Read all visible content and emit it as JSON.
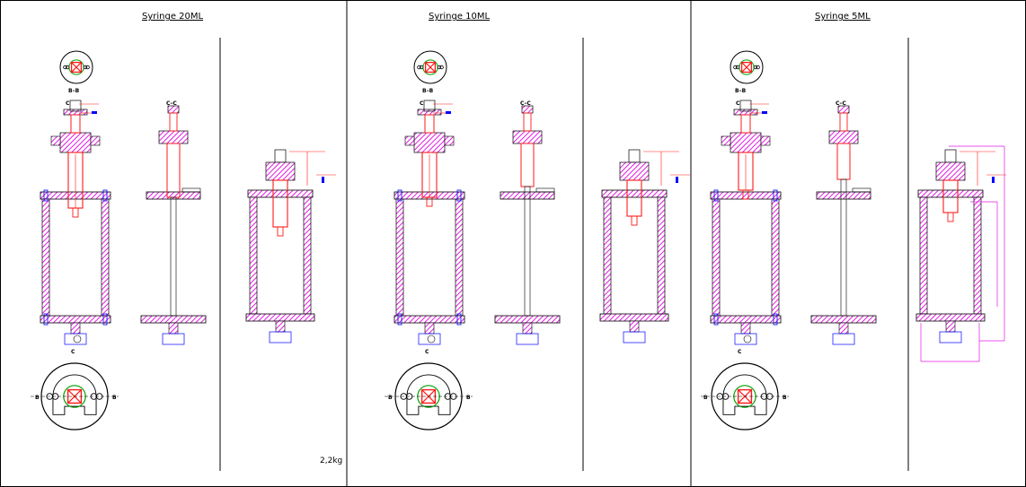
{
  "panels": [
    {
      "title": "Syringe  20ML",
      "section_bb": "B–B",
      "section_cc": "C–C",
      "cut_c": "C",
      "cut_b": "B",
      "weight": "2,2kg"
    },
    {
      "title": "Syringe  10ML",
      "section_bb": "B–B",
      "section_cc": "C–C",
      "cut_c": "C",
      "cut_b": "B",
      "weight": ""
    },
    {
      "title": "Syringe  5ML",
      "section_bb": "B–B",
      "section_cc": "C–C",
      "cut_c": "C",
      "cut_b": "B",
      "weight": ""
    }
  ],
  "colors": {
    "outline": "#000000",
    "hatch": "#e01ce0",
    "syringe": "#ff1a1a",
    "dimension": "#0000ff",
    "seal_green": "#00a000"
  }
}
